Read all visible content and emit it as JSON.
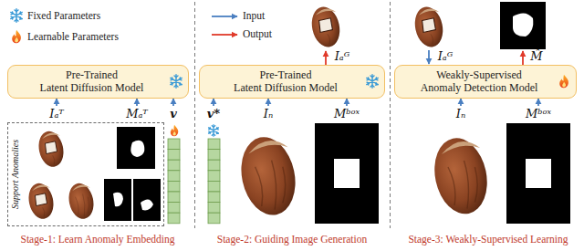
{
  "diagram": {
    "nodes": [
      {
        "text": [
          "Pre-Trained",
          "Latent Diffusion Model"
        ]
      },
      {
        "text": [
          "Support Anomalies"
        ]
      },
      {
        "text": [
          "Pre-Trained",
          "Latent Diffusion Model"
        ]
      },
      {
        "text": [
          "Weakly-Supervised",
          "Anomaly Detection Model"
        ]
      }
    ],
    "labels": [
      "Iₐᵀ",
      "Mₐᵀ",
      "v",
      "Iₐᴳ",
      "v*",
      "Iₙ",
      "Mᵇᵒˣ",
      "Iₐᴳ",
      "M̂",
      "Iₙ",
      "Mᵇᵒˣ",
      "Stage-1: Learn Anomaly Embedding",
      "Stage-2: Guiding Image Generation",
      "Stage-3: Weakly-Supervised Learning"
    ],
    "legend": [
      {
        "text": "Fixed Parameters"
      },
      {
        "text": "Learnable Parameters"
      },
      {
        "text": "Input"
      },
      {
        "text": "Output"
      }
    ]
  }
}
